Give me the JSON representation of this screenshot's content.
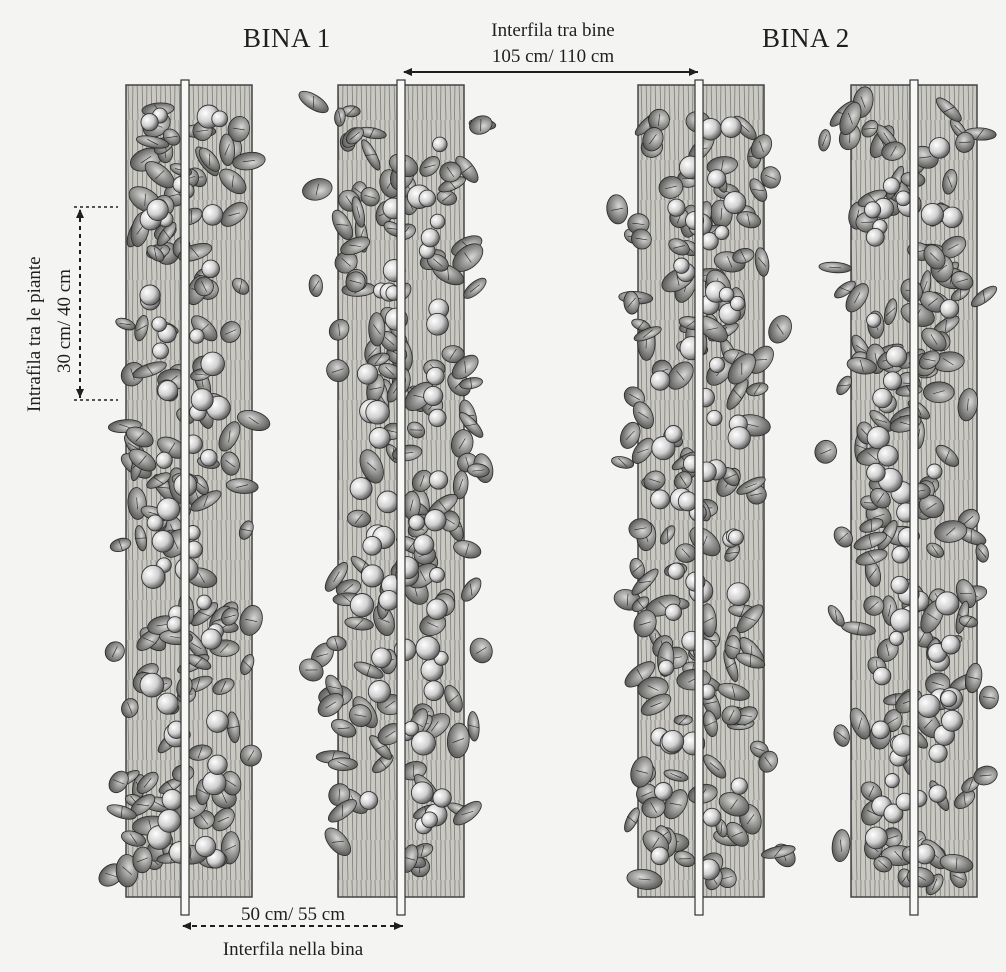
{
  "headings": {
    "bina_1": "BINA 1",
    "bina_2": "BINA 2"
  },
  "dimensions": {
    "between_pairs_label": "Interfila tra bine",
    "between_pairs_value": "105 cm/ 110 cm",
    "within_pair_value": "50 cm/ 55 cm",
    "within_pair_label": "Interfila nella bina",
    "between_plants_label": "Intrafila tra le piante",
    "between_plants_value": "30 cm/ 40 cm"
  },
  "colors": {
    "background": "#f4f4f2",
    "ink": "#1e1e1e",
    "fruit": "#cfcfcf",
    "board": "#8a8a85"
  }
}
